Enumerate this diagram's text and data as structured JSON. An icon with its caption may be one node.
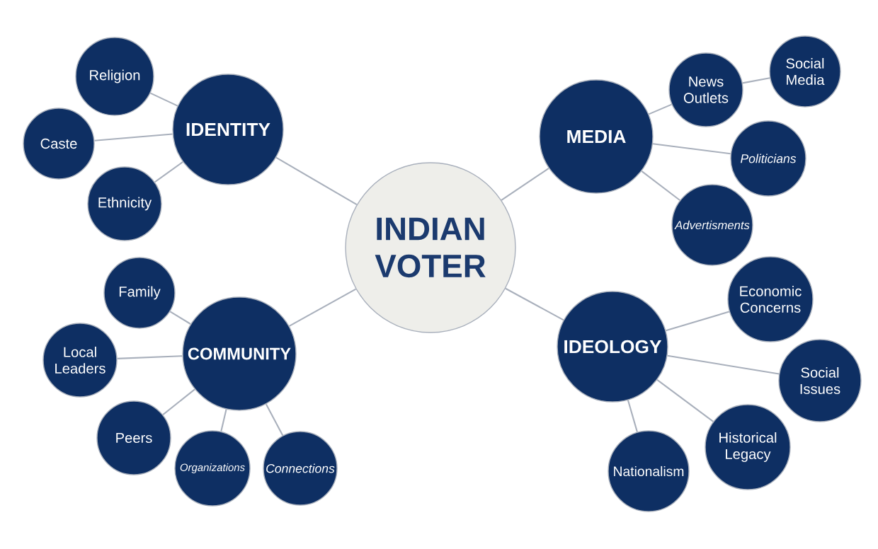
{
  "diagram": {
    "nodes": [
      {
        "text": [
          "INDIAN VOTER"
        ]
      },
      {
        "text": [
          "IDENTITY"
        ]
      },
      {
        "text": [
          "Religion"
        ]
      },
      {
        "text": [
          "Caste"
        ]
      },
      {
        "text": [
          "Ethnicity"
        ]
      },
      {
        "text": [
          "MEDIA"
        ]
      },
      {
        "text": [
          "News Outlets"
        ]
      },
      {
        "text": [
          "Social Media"
        ]
      },
      {
        "text": [
          "Politicians"
        ]
      },
      {
        "text": [
          "Advertisments"
        ]
      },
      {
        "text": [
          "COMMUNITY"
        ]
      },
      {
        "text": [
          "Family"
        ]
      },
      {
        "text": [
          "Local Leaders"
        ]
      },
      {
        "text": [
          "Peers"
        ]
      },
      {
        "text": [
          "Organizations"
        ]
      },
      {
        "text": [
          "Connections"
        ]
      },
      {
        "text": [
          "IDEOLOGY"
        ]
      },
      {
        "text": [
          "Economic Concerns"
        ]
      },
      {
        "text": [
          "Social Issues"
        ]
      },
      {
        "text": [
          "Historical Legacy"
        ]
      },
      {
        "text": [
          "Nationalism"
        ]
      }
    ],
    "edges": [
      {
        "from": 0,
        "to": 1,
        "arrow": "none"
      },
      {
        "from": 1,
        "to": 2,
        "arrow": "none"
      },
      {
        "from": 1,
        "to": 3,
        "arrow": "none"
      },
      {
        "from": 1,
        "to": 4,
        "arrow": "none"
      },
      {
        "from": 0,
        "to": 5,
        "arrow": "none"
      },
      {
        "from": 5,
        "to": 6,
        "arrow": "none"
      },
      {
        "from": 6,
        "to": 7,
        "arrow": "none"
      },
      {
        "from": 5,
        "to": 8,
        "arrow": "none"
      },
      {
        "from": 5,
        "to": 9,
        "arrow": "none"
      },
      {
        "from": 0,
        "to": 10,
        "arrow": "none"
      },
      {
        "from": 10,
        "to": 11,
        "arrow": "none"
      },
      {
        "from": 10,
        "to": 12,
        "arrow": "none"
      },
      {
        "from": 10,
        "to": 13,
        "arrow": "none"
      },
      {
        "from": 10,
        "to": 14,
        "arrow": "none"
      },
      {
        "from": 10,
        "to": 15,
        "arrow": "none"
      },
      {
        "from": 0,
        "to": 16,
        "arrow": "none"
      },
      {
        "from": 16,
        "to": 17,
        "arrow": "none"
      },
      {
        "from": 16,
        "to": 18,
        "arrow": "none"
      },
      {
        "from": 16,
        "to": 19,
        "arrow": "none"
      },
      {
        "from": 16,
        "to": 20,
        "arrow": "none"
      }
    ]
  }
}
